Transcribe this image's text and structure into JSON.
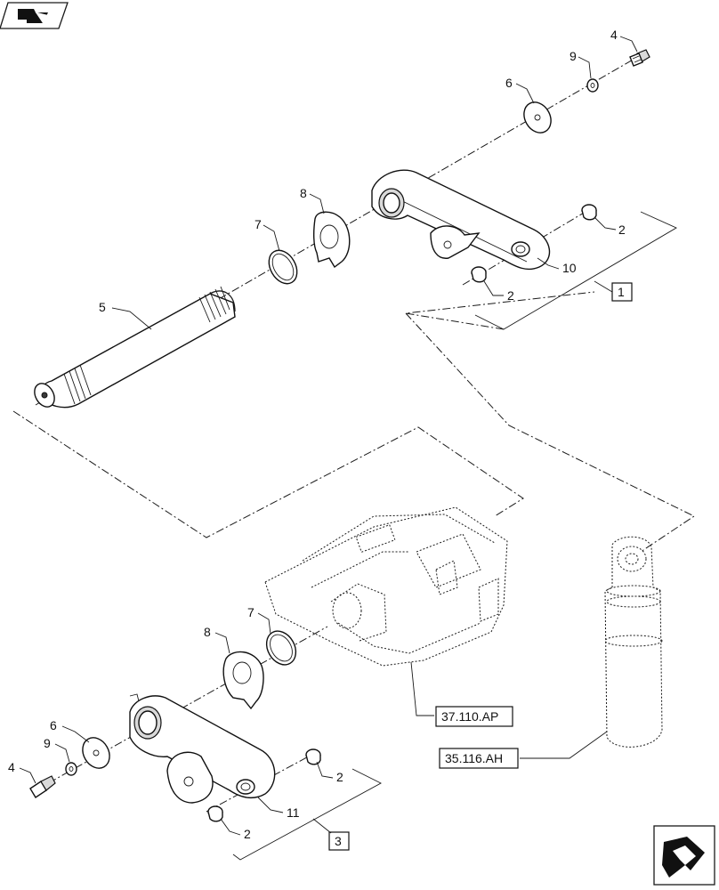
{
  "callouts": {
    "c4_top": "4",
    "c9_top": "9",
    "c6_top": "6",
    "c8_top": "8",
    "c7_top": "7",
    "c5": "5",
    "c2_top_a": "2",
    "c2_top_b": "2",
    "c10": "10",
    "c8_bot": "8",
    "c7_bot": "7",
    "c6_bot": "6",
    "c9_bot": "9",
    "c4_bot": "4",
    "c2_bot_a": "2",
    "c2_bot_b": "2",
    "c11": "11"
  },
  "groups": {
    "group1": "1",
    "group3": "3"
  },
  "references": {
    "ref_housing": "37.110.AP",
    "ref_cylinder": "35.116.AH"
  },
  "icons": {
    "top_left": "book-arrow-icon",
    "bottom_right": "next-page-arrow-icon"
  }
}
